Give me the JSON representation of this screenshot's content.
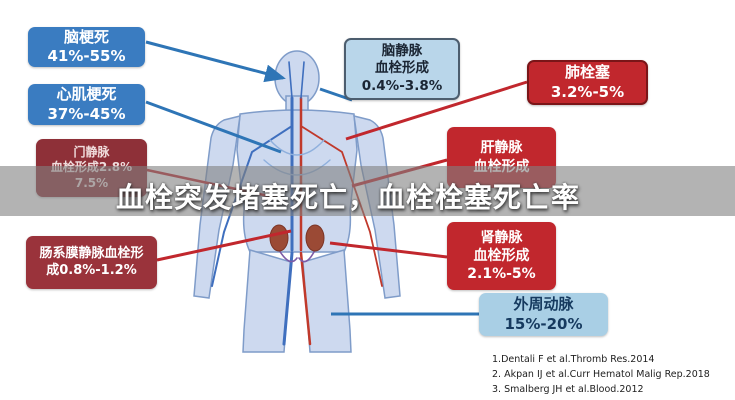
{
  "overlay": {
    "title": "血栓突发堵塞死亡，血栓栓塞死亡率"
  },
  "callouts": {
    "cerebral_infarction": {
      "line1": "脑梗死",
      "line2": "41%-55%"
    },
    "cerebral_venous": {
      "line1": "脑静脉",
      "line2": "血栓形成",
      "line3": "0.4%-3.8%"
    },
    "pulmonary_embolism": {
      "line1": "肺栓塞",
      "line2": "3.2%-5%"
    },
    "myocardial_infarction": {
      "line1": "心肌梗死",
      "line2": "37%-45%"
    },
    "portal_vein": {
      "line1": "门静脉",
      "line2": "血栓形成2.8%",
      "line3": "7.5%"
    },
    "hepatic_vein": {
      "line1": "肝静脉",
      "line2": "血栓形成"
    },
    "renal_vein": {
      "line1": "肾静脉",
      "line2": "血栓形成",
      "line3": "2.1%-5%"
    },
    "mesenteric_vein": {
      "line1": "肠系膜静脉血栓形",
      "line2": "成0.8%-1.2%"
    },
    "peripheral_artery": {
      "line1": "外周动脉",
      "line2": "15%-20%"
    }
  },
  "references": [
    "1.Dentali F et al.Thromb Res.2014",
    "2. Akpan IJ et al.Curr Hematol Malig Rep.2018",
    "3. Smalberg JH et al.Blood.2012"
  ],
  "colors": {
    "blue_box": "#3a7cc1",
    "light_blue_box": "#b9d6ea",
    "red_box": "#c1272d",
    "red_border": "#7a1518",
    "dark_red_box": "#8e3038",
    "maroon_box": "#9a333b",
    "peripheral_box": "#a9cfe5",
    "peripheral_text": "#163a5f",
    "dark_text": "#1a2533",
    "overlay_band": "rgba(128,128,128,0.6)",
    "connector_blue": "#2e75b6",
    "connector_red": "#c1272d"
  }
}
